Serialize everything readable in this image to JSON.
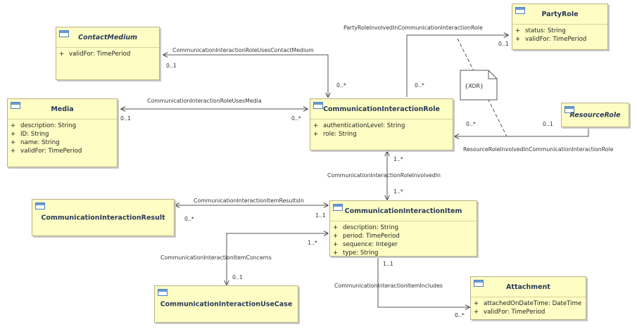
{
  "classes": {
    "party_role": {
      "name": "PartyRole",
      "attrs": [
        {
          "vis": "+",
          "text": "status: String"
        },
        {
          "vis": "+",
          "text": "validFor: TimePeriod"
        }
      ]
    },
    "contact_medium": {
      "name": "ContactMedium",
      "attrs": [
        {
          "vis": "+",
          "text": "validFor: TimePeriod"
        }
      ]
    },
    "media": {
      "name": "Media",
      "attrs": [
        {
          "vis": "+",
          "text": "description: String"
        },
        {
          "vis": "+",
          "text": "ID: String"
        },
        {
          "vis": "+",
          "text": "name: String"
        },
        {
          "vis": "+",
          "text": "validFor: TimePeriod"
        }
      ]
    },
    "role": {
      "name": "CommunicationInteractionRole",
      "attrs": [
        {
          "vis": "+",
          "text": "authenticationLevel: String"
        },
        {
          "vis": "+",
          "text": "role: String"
        }
      ]
    },
    "resource_role": {
      "name": "ResourceRole"
    },
    "result": {
      "name": "CommunicationInteractionResult"
    },
    "item": {
      "name": "CommunicationInteractionItem",
      "attrs": [
        {
          "vis": "+",
          "text": "description: String"
        },
        {
          "vis": "+",
          "text": "period: TimePeriod"
        },
        {
          "vis": "+",
          "text": "sequence: Integer"
        },
        {
          "vis": "+",
          "text": "type: String"
        }
      ]
    },
    "use_case": {
      "name": "CommunicationInteractionUseCase"
    },
    "attachment": {
      "name": "Attachment",
      "attrs": [
        {
          "vis": "+",
          "text": "attachedOnDateTime: DateTime"
        },
        {
          "vis": "+",
          "text": "validFor: TimePeriod"
        }
      ]
    }
  },
  "associations": {
    "party_role_involved": "PartyRoleInvolvedInCommunicationInteractionRole",
    "uses_contact_medium": "CommunicationInteractionRoleUsesContactMedium",
    "uses_media": "CommunicationInteractionRoleUsesMedia",
    "resource_role_involved": "ResourceRoleInvolvedInCommunicationInteractionRole",
    "role_involved_in": "CommunicationInteractionRoleInvolvedIn",
    "results_in": "CommunicationInteractionItemResultsIn",
    "concerns": "CommunicationInteractionItemConcerns",
    "includes": "CommunicationInteractionItemIncludes"
  },
  "multiplicities": {
    "party_role_end": "0..1",
    "party_role_role_end": "0..*",
    "contact_medium_end": "0..1",
    "contact_medium_role_end": "0..*",
    "media_end": "0..1",
    "media_role_end": "0..*",
    "resource_role_end": "0..1",
    "resource_role_role_end": "0..*",
    "role_item_top": "1..*",
    "role_item_bottom": "1..*",
    "result_end": "0..*",
    "result_item_end": "1..1",
    "use_case_item_end": "1..*",
    "use_case_end": "0..1",
    "includes_item_end": "1..1",
    "attachment_end": "0..*"
  },
  "note": {
    "text": "{XOR}"
  }
}
